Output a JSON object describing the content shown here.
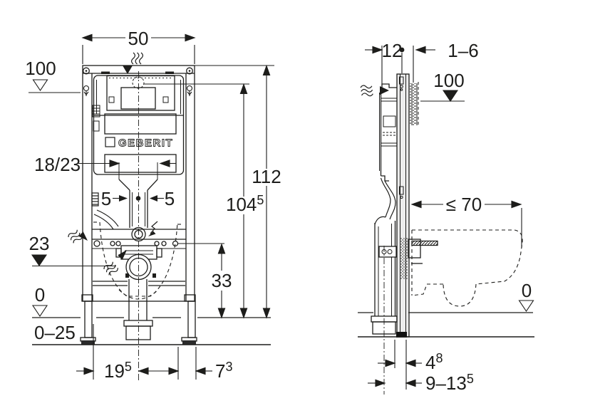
{
  "drawing": {
    "title": "Installation element dimensional drawing",
    "front_view": {
      "name": "front view of in-wall frame",
      "logo": "GEBERIT",
      "dims": {
        "width50": "50",
        "level100": "100",
        "range1823": "18/23",
        "five_left": "5",
        "five_right": "5",
        "level23": "23",
        "level0": "0",
        "floor025": "0–25",
        "d195": {
          "m": "19",
          "s": "5"
        },
        "d73": {
          "m": "7",
          "s": "3"
        },
        "d33": "33",
        "d1045": {
          "m": "104",
          "s": "5"
        },
        "d112": "112"
      }
    },
    "side_view": {
      "name": "side section with wall-hung WC",
      "dims": {
        "d12": "12",
        "d16": "1–6",
        "level100": "100",
        "le70": "≤ 70",
        "level0": "0",
        "d48": {
          "m": "4",
          "s": "8"
        },
        "d9135": {
          "m": "9–13",
          "s": "5"
        }
      }
    }
  }
}
